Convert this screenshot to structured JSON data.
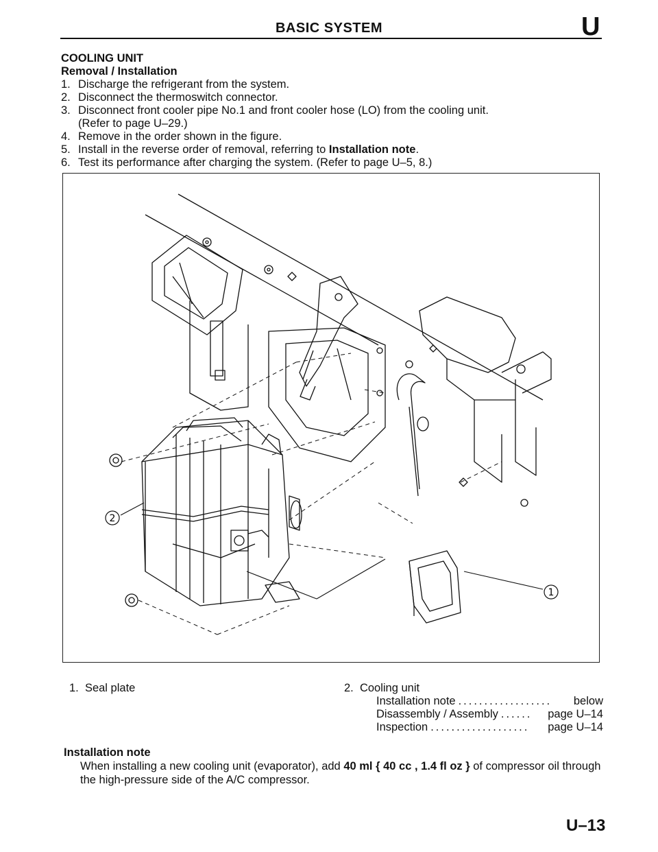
{
  "header": {
    "title": "BASIC SYSTEM",
    "section_letter": "U"
  },
  "section": {
    "title": "COOLING UNIT",
    "subtitle": "Removal / Installation"
  },
  "steps": [
    {
      "num": "1.",
      "text": "Discharge the refrigerant from the system."
    },
    {
      "num": "2.",
      "text": "Disconnect the thermoswitch connector."
    },
    {
      "num": "3.",
      "text": "Disconnect front cooler pipe No.1 and front cooler hose (LO) from the cooling unit.",
      "cont": "(Refer to page U–29.)"
    },
    {
      "num": "4.",
      "text": "Remove in the order shown in the figure."
    },
    {
      "num": "5.",
      "text_before": "Install in the reverse order of removal, referring to ",
      "bold": "Installation note",
      "text_after": "."
    },
    {
      "num": "6.",
      "text": "Test its performance after charging the system. (Refer to page U–5, 8.)"
    }
  ],
  "figure": {
    "callouts": [
      {
        "id": "1",
        "glyph": "①"
      },
      {
        "id": "2",
        "glyph": "②"
      }
    ]
  },
  "legend": {
    "item1": {
      "num": "1.",
      "label": "Seal plate"
    },
    "item2": {
      "num": "2.",
      "label": "Cooling unit",
      "refs": [
        {
          "label": "Installation note",
          "dots": "..................",
          "ref": "below"
        },
        {
          "label": "Disassembly / Assembly",
          "dots": "......",
          "ref": "page U–14"
        },
        {
          "label": "Inspection",
          "dots": "...................",
          "ref": "page U–14"
        }
      ]
    }
  },
  "installation_note": {
    "heading": "Installation note",
    "text_before": "When installing a new cooling unit (evaporator), add ",
    "bold": "40 ml { 40 cc , 1.4 fl oz }",
    "text_after": " of compressor oil through the high-pressure side of the A/C compressor."
  },
  "page_number": "U–13"
}
